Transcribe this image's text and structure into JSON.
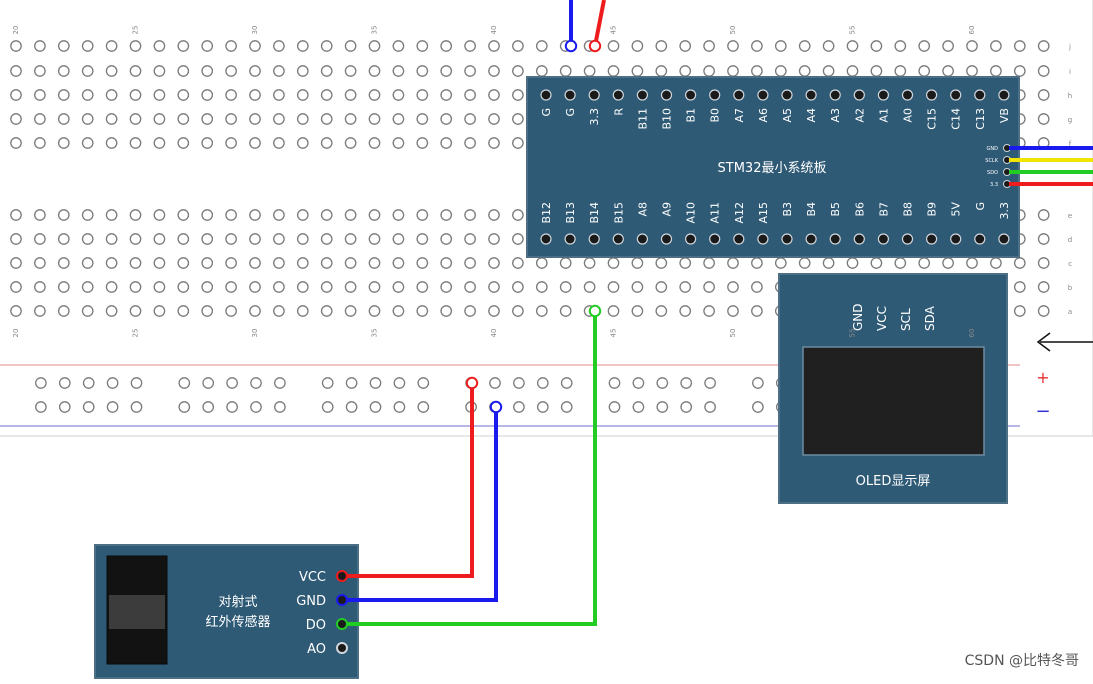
{
  "breadboard": {
    "col_numbers": [
      "20",
      "25",
      "30",
      "35",
      "40",
      "45",
      "50",
      "55",
      "60"
    ],
    "top_row_letters": [
      "j",
      "i",
      "h",
      "g",
      "f"
    ],
    "bottom_row_letters": [
      "e",
      "d",
      "c",
      "b",
      "a"
    ],
    "rail_plus": "+",
    "rail_minus": "−"
  },
  "stm32": {
    "title": "STM32最小系统板",
    "top_pins": [
      "G",
      "G",
      "3.3",
      "R",
      "B11",
      "B10",
      "B1",
      "B0",
      "A7",
      "A6",
      "A5",
      "A4",
      "A3",
      "A2",
      "A1",
      "A0",
      "C15",
      "C14",
      "C13",
      "VB"
    ],
    "bottom_pins": [
      "B12",
      "B13",
      "B14",
      "B15",
      "A8",
      "A9",
      "A10",
      "A11",
      "A12",
      "A15",
      "B3",
      "B4",
      "B5",
      "B6",
      "B7",
      "B8",
      "B9",
      "5V",
      "G",
      "3.3"
    ],
    "side_pins": [
      "GND",
      "SCLK",
      "SDO",
      "3.3"
    ]
  },
  "oled": {
    "title": "OLED显示屏",
    "pins": [
      "GND",
      "VCC",
      "SCL",
      "SDA"
    ]
  },
  "sensor": {
    "title_line1": "对射式",
    "title_line2": "红外传感器",
    "pins": [
      "VCC",
      "GND",
      "DO",
      "AO"
    ]
  },
  "colors": {
    "module": "#2f5a76",
    "module_border": "#4c6f86",
    "wire_red": "#ee1c1c",
    "wire_blue": "#1a1aee",
    "wire_green": "#22cc22",
    "wire_yellow": "#f2e600",
    "rail_red": "#e8a0a0",
    "rail_blue": "#8c8cd8",
    "hole": "#7a7a7a",
    "rail_plus_color": "#e83030",
    "rail_minus_color": "#3030d0"
  },
  "watermark": "CSDN @比特冬哥"
}
